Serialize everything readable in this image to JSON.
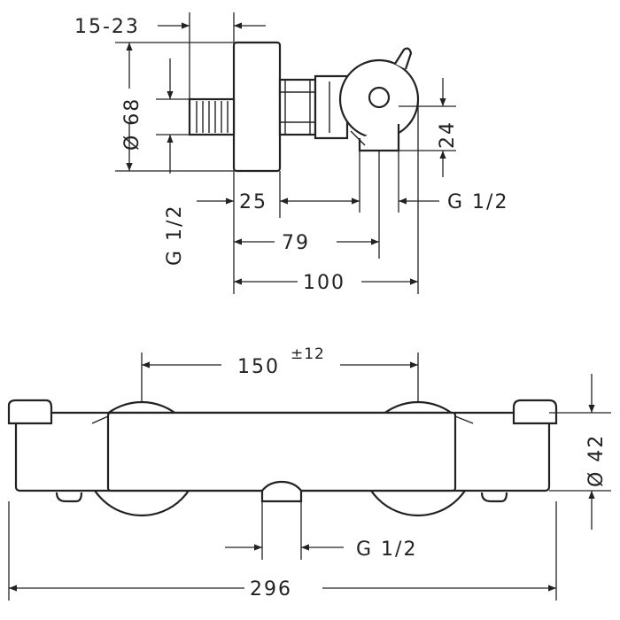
{
  "side_view": {
    "dim_depth": "15-23",
    "dim_diameter": "Ø 68",
    "dim_thread_left": "G 1/2",
    "dim_25": "25",
    "dim_thread_right": "G 1/2",
    "dim_24": "24",
    "dim_79": "79",
    "dim_100": "100"
  },
  "front_view": {
    "dim_spacing": "150",
    "dim_spacing_tol": "±12",
    "dim_diameter": "Ø 42",
    "dim_outlet": "G 1/2",
    "dim_length": "296"
  }
}
